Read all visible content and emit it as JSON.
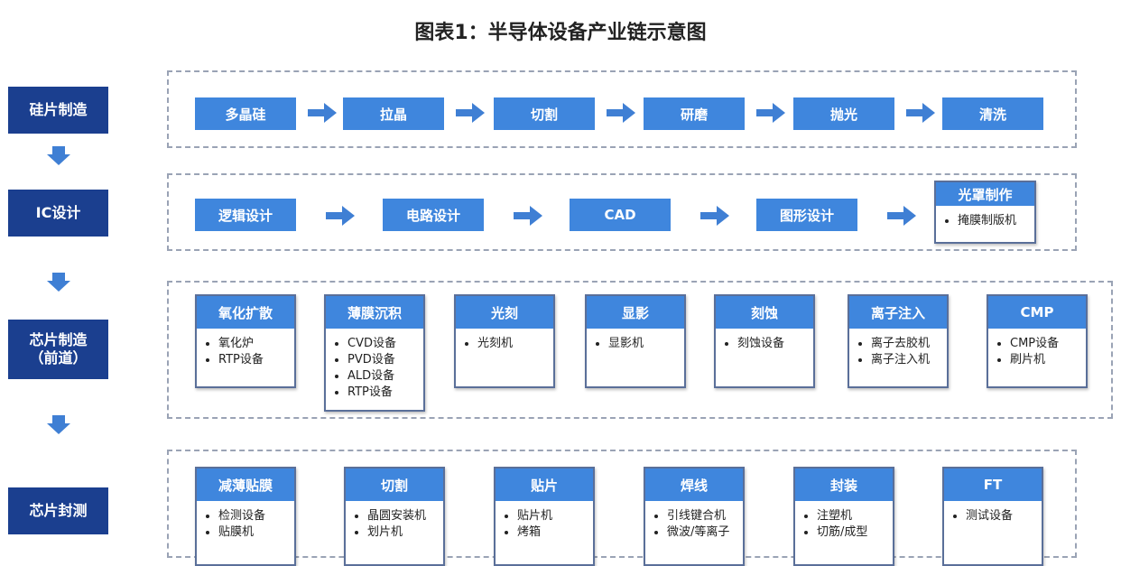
{
  "title": "图表1：半导体设备产业链示意图",
  "stages": [
    "硅片制造",
    "IC设计",
    "芯片制造\n（前道）",
    "芯片封测"
  ],
  "row1": [
    "多晶硅",
    "拉晶",
    "切割",
    "研磨",
    "抛光",
    "清洗"
  ],
  "row2": {
    "steps": [
      "逻辑设计",
      "电路设计",
      "CAD",
      "图形设计"
    ],
    "mask": {
      "title": "光罩制作",
      "items": [
        "掩膜制版机"
      ]
    }
  },
  "row3": [
    {
      "title": "氧化扩散",
      "items": [
        "氧化炉",
        "RTP设备"
      ]
    },
    {
      "title": "薄膜沉积",
      "items": [
        "CVD设备",
        "PVD设备",
        "ALD设备",
        "RTP设备"
      ]
    },
    {
      "title": "光刻",
      "items": [
        "光刻机"
      ]
    },
    {
      "title": "显影",
      "items": [
        "显影机"
      ]
    },
    {
      "title": "刻蚀",
      "items": [
        "刻蚀设备"
      ]
    },
    {
      "title": "离子注入",
      "items": [
        "离子去胶机",
        "离子注入机"
      ]
    },
    {
      "title": "CMP",
      "items": [
        "CMP设备",
        "刷片机"
      ]
    }
  ],
  "row4": [
    {
      "title": "减薄贴膜",
      "items": [
        "检测设备",
        "贴膜机"
      ]
    },
    {
      "title": "切割",
      "items": [
        "晶圆安装机",
        "划片机"
      ]
    },
    {
      "title": "贴片",
      "items": [
        "贴片机",
        "烤箱"
      ]
    },
    {
      "title": "焊线",
      "items": [
        "引线键合机",
        "微波/等离子"
      ]
    },
    {
      "title": "封装",
      "items": [
        "注塑机",
        "切筋/成型"
      ]
    },
    {
      "title": "FT",
      "items": [
        "测试设备"
      ]
    }
  ],
  "colors": {
    "stage": "#1b3f8f",
    "step": "#3f86dd",
    "arrow": "#3f7fd4"
  }
}
